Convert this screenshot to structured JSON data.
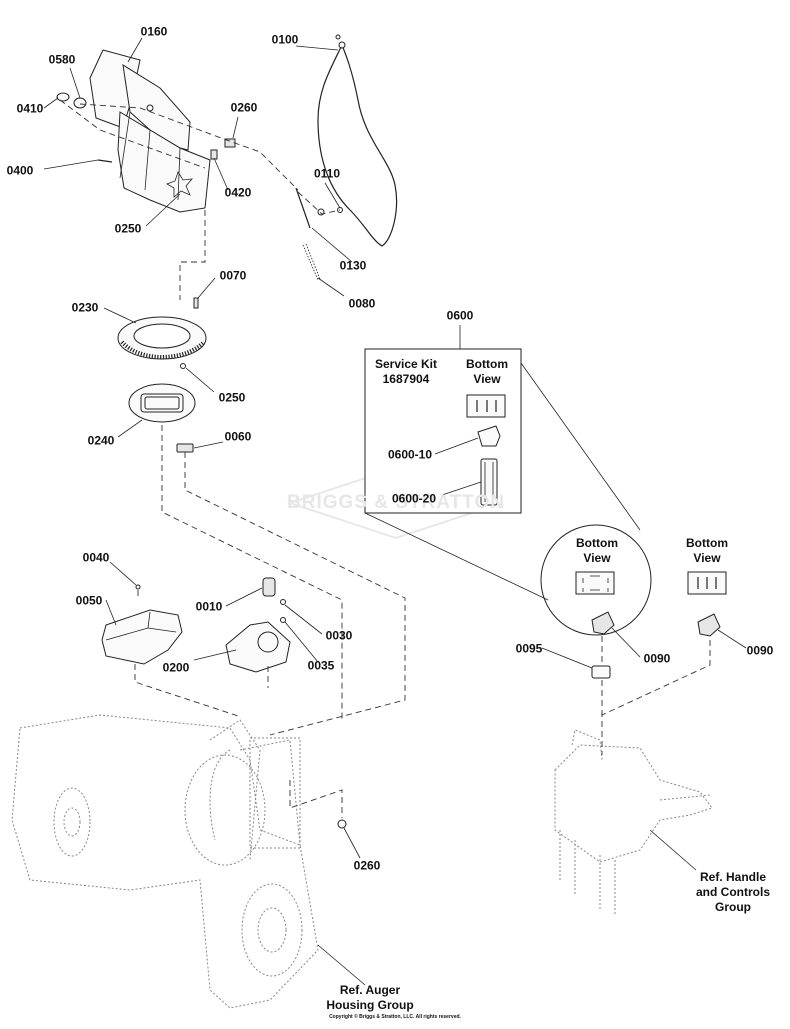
{
  "labels": {
    "l0160": "0160",
    "l0580": "0580",
    "l0410": "0410",
    "l0400": "0400",
    "l0250a": "0250",
    "l0420": "0420",
    "l0260a": "0260",
    "l0100": "0100",
    "l0110": "0110",
    "l0130": "0130",
    "l0080": "0080",
    "l0070": "0070",
    "l0230": "0230",
    "l0250b": "0250",
    "l0240": "0240",
    "l0060": "0060",
    "l0600": "0600",
    "l0600_10": "0600-10",
    "l0600_20": "0600-20",
    "l0040": "0040",
    "l0050": "0050",
    "l0010": "0010",
    "l0030": "0030",
    "l0200": "0200",
    "l0035": "0035",
    "l0095": "0095",
    "l0090a": "0090",
    "l0090b": "0090",
    "l0260b": "0260"
  },
  "service_kit": {
    "title": "Service Kit",
    "number": "1687904",
    "bottom_view_1": "Bottom",
    "bottom_view_2": "View"
  },
  "bottom_view_circle": {
    "line1": "Bottom",
    "line2": "View"
  },
  "bottom_view_right": {
    "line1": "Bottom",
    "line2": "View"
  },
  "ref_auger": {
    "line1": "Ref. Auger",
    "line2": "Housing Group"
  },
  "ref_handle": {
    "line1": "Ref. Handle",
    "line2": "and Controls",
    "line3": "Group"
  },
  "watermark": "BRIGGS & STRATTON",
  "copyright": "Copyright © Briggs & Stratton, LLC. All rights reserved."
}
